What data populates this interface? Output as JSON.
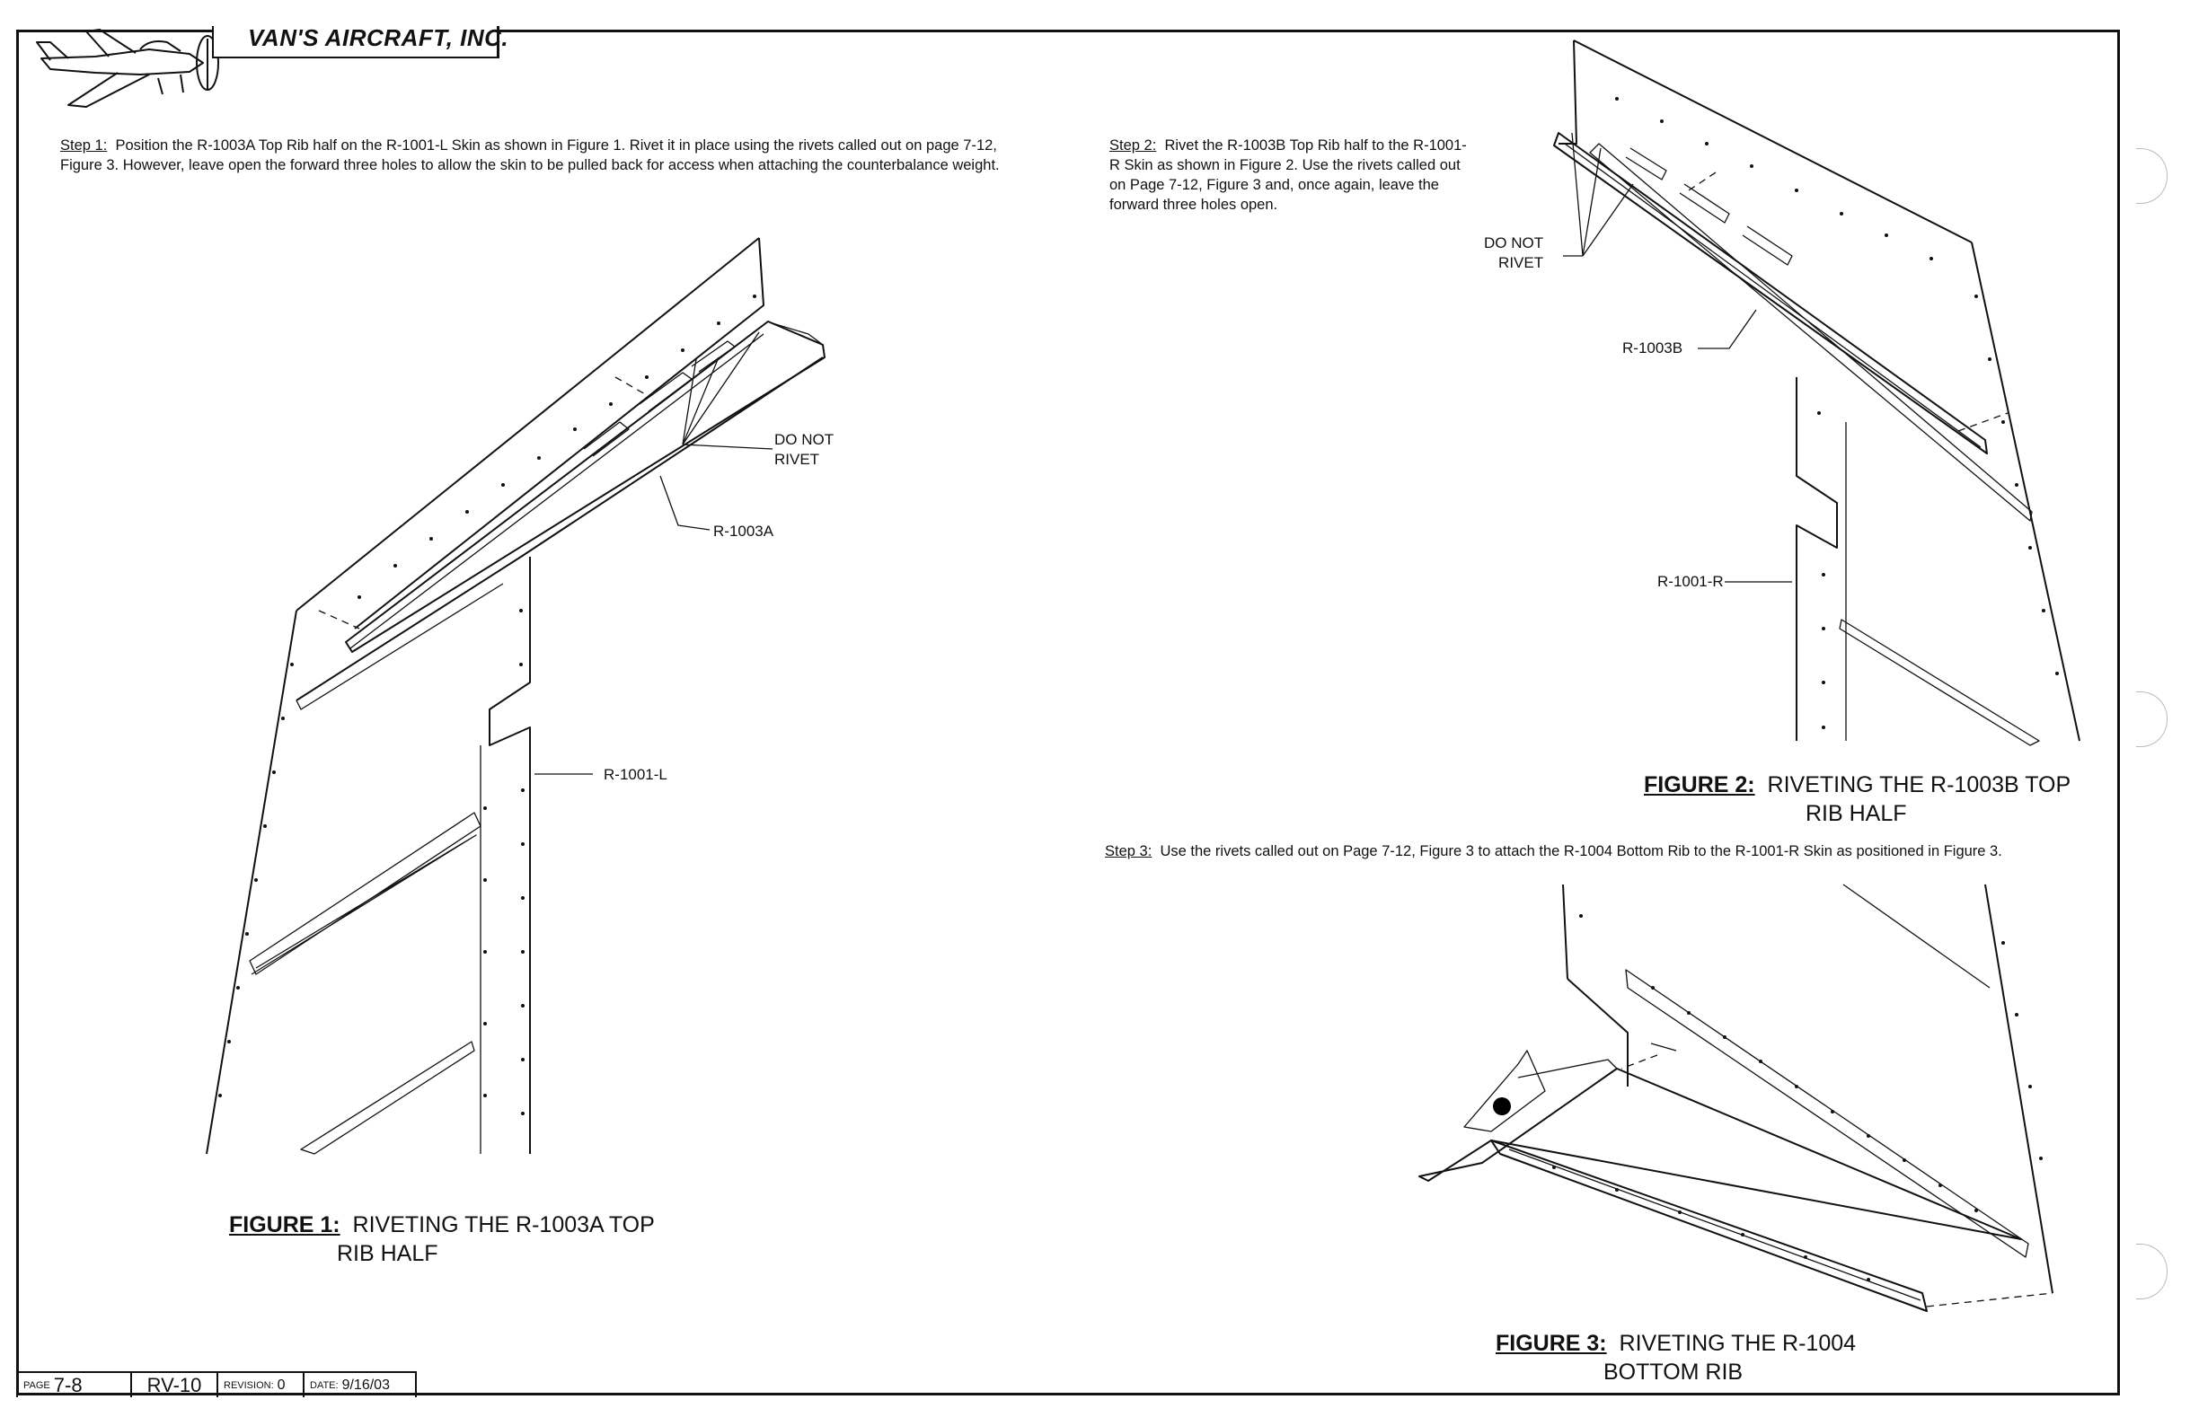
{
  "header": {
    "brand": "VAN'S AIRCRAFT, INC."
  },
  "steps": [
    {
      "label": "Step 1:",
      "text": "Position the R-1003A Top Rib half on the R-1001-L Skin as shown in Figure 1.  Rivet it in place using the rivets called out on page 7-12, Figure 3.  However, leave open the forward three holes to allow the skin to be pulled back for access when attaching the counterbalance weight."
    },
    {
      "label": "Step 2:",
      "text": "Rivet the R-1003B Top Rib half to the R-1001-R Skin as shown in Figure 2.  Use the rivets called out on Page 7-12, Figure 3 and, once again, leave the forward three holes open."
    },
    {
      "label": "Step 3:",
      "text": "Use the rivets called out on Page 7-12, Figure 3 to attach the R-1004 Bottom Rib to the R-1001-R Skin as positioned in Figure 3."
    }
  ],
  "callouts": {
    "fig1_do_not_rivet_1": "DO NOT",
    "fig1_do_not_rivet_2": "RIVET",
    "fig1_r1003a": "R-1003A",
    "fig1_r1001l": "R-1001-L",
    "fig2_do_not_rivet_1": "DO NOT",
    "fig2_do_not_rivet_2": "RIVET",
    "fig2_r1003b": "R-1003B",
    "fig2_r1001r": "R-1001-R"
  },
  "figures": [
    {
      "number": "FIGURE 1:",
      "line1": "RIVETING THE R-1003A TOP",
      "line2": "RIB HALF"
    },
    {
      "number": "FIGURE 2:",
      "line1": "RIVETING THE R-1003B TOP",
      "line2": "RIB HALF"
    },
    {
      "number": "FIGURE 3:",
      "line1": "RIVETING THE R-1004",
      "line2": "BOTTOM RIB"
    }
  ],
  "titleblock": {
    "page_label": "PAGE",
    "page": "7-8",
    "model": "RV-10",
    "revision_label": "REVISION:",
    "revision": "0",
    "date_label": "DATE:",
    "date": "9/16/03"
  }
}
